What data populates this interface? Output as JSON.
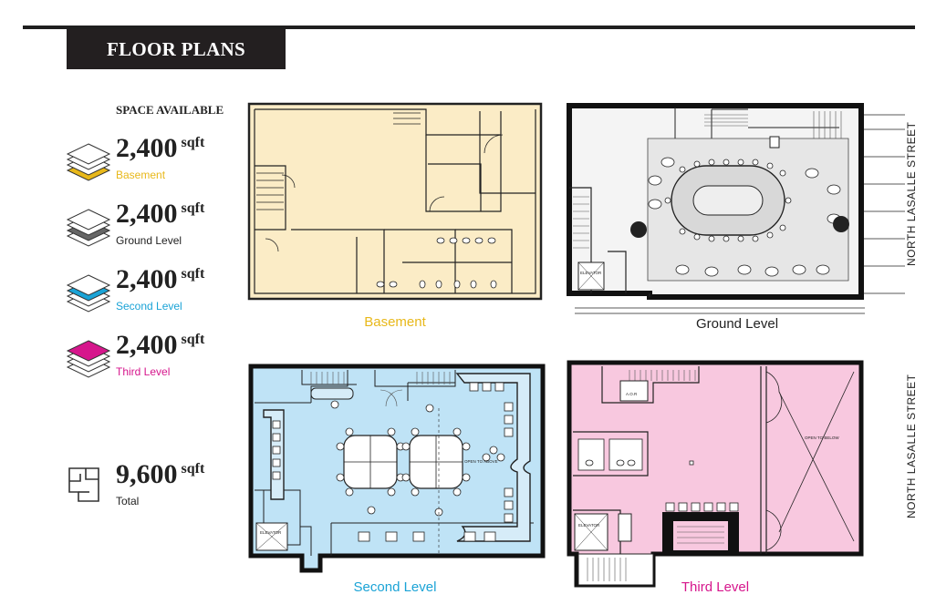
{
  "title": "FLOOR PLANS",
  "space_heading": "SPACE AVAILABLE",
  "stats": [
    {
      "value": "2,400",
      "unit": "sqft",
      "label": "Basement",
      "color": "#e8b81a"
    },
    {
      "value": "2,400",
      "unit": "sqft",
      "label": "Ground Level",
      "color": "#333333"
    },
    {
      "value": "2,400",
      "unit": "sqft",
      "label": "Second Level",
      "color": "#1aa3d6"
    },
    {
      "value": "2,400",
      "unit": "sqft",
      "label": "Third Level",
      "color": "#d6168c"
    }
  ],
  "total": {
    "value": "9,600",
    "unit": "sqft",
    "label": "Total"
  },
  "plans": {
    "basement": {
      "caption": "Basement",
      "fill": "#fbecc6",
      "caption_color": "#e8b81a"
    },
    "ground": {
      "caption": "Ground Level",
      "caption_color": "#222222",
      "elevator": "ELEVATOR"
    },
    "second": {
      "caption": "Second Level",
      "fill": "#bfe3f6",
      "caption_color": "#1aa3d6",
      "elevator": "ELEVATOR",
      "open_label": "OPEN TO ABOVE"
    },
    "third": {
      "caption": "Third Level",
      "fill": "#f8c8df",
      "caption_color": "#d6168c",
      "elevator": "ELEVATOR",
      "open_label": "OPEN TO BELOW",
      "room_label": "A.O.R"
    }
  },
  "street": "NORTH LASALLE STREET"
}
